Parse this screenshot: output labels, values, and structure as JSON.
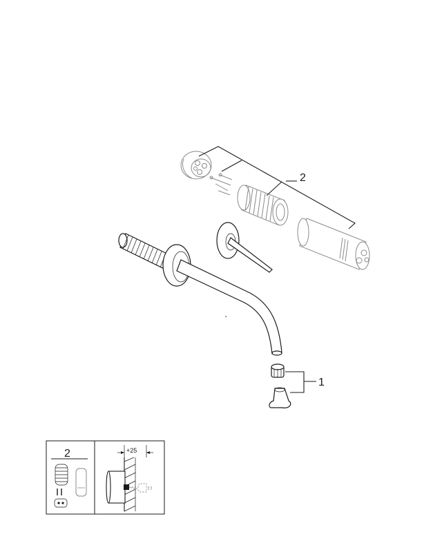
{
  "callouts": {
    "part_1": "1",
    "part_2": "2"
  },
  "inset": {
    "left_panel_label": "2",
    "dimension_label": "+25"
  }
}
